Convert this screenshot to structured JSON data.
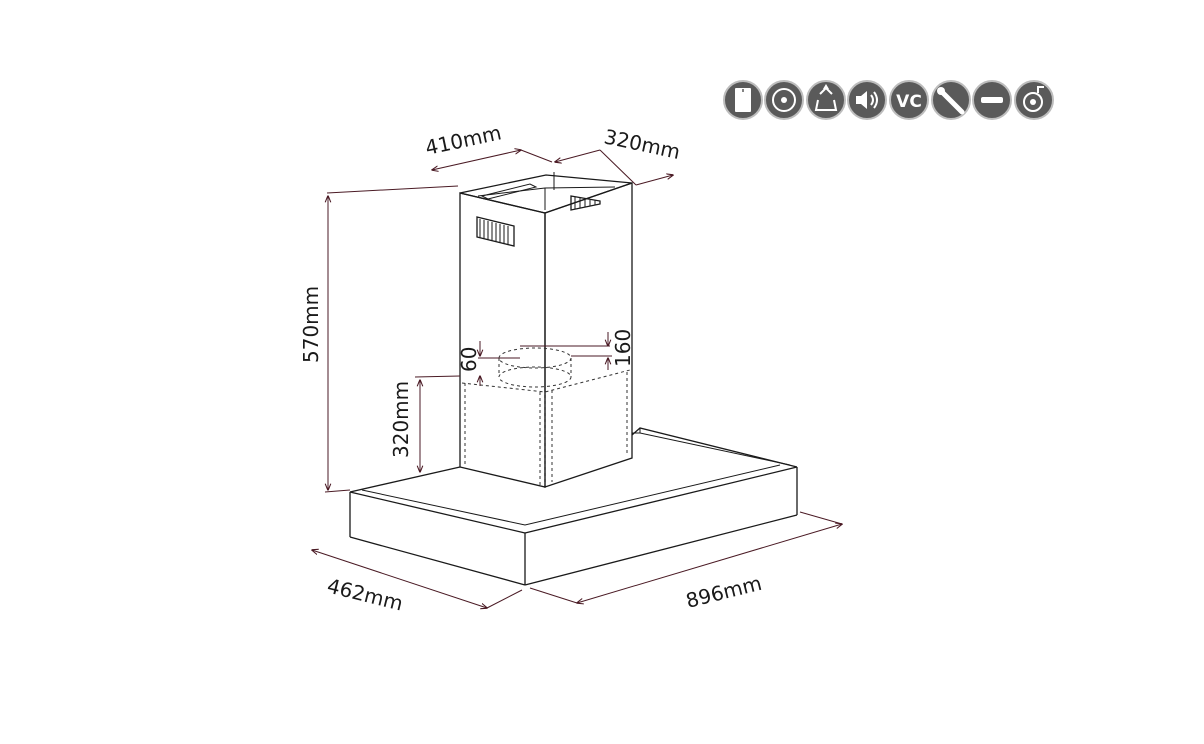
{
  "dimensions": {
    "chimney_width": "410mm",
    "chimney_depth": "320mm",
    "total_height": "570mm",
    "lower_height": "320mm",
    "outlet_offset": "60",
    "outlet_diameter": "160",
    "base_depth": "462mm",
    "base_width": "896mm"
  },
  "feature_icons": [
    {
      "icon": "filter-icon"
    },
    {
      "icon": "disc-icon"
    },
    {
      "icon": "recycle-icon"
    },
    {
      "icon": "speaker-icon"
    },
    {
      "icon": "vc-icon",
      "text": "VC"
    },
    {
      "icon": "tool-icon"
    },
    {
      "icon": "minus-icon"
    },
    {
      "icon": "motor-icon"
    }
  ],
  "colors": {
    "icon_background": "#5a5a5a",
    "dimension_lines": "#4a1a24"
  }
}
